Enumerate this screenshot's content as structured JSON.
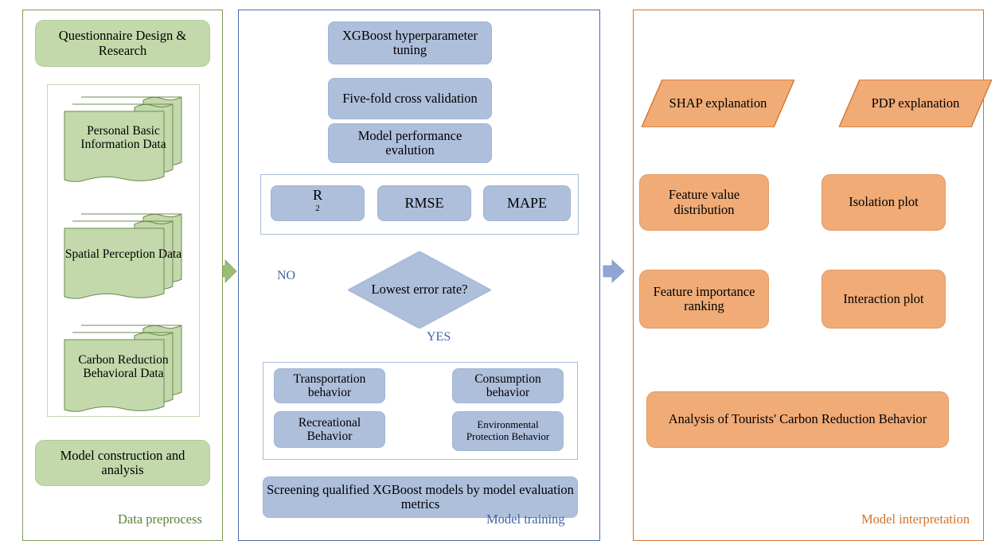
{
  "diagram": {
    "title": "Research framework flowchart",
    "type": "flowchart",
    "colors": {
      "green_fill": "#c3d9ab",
      "green_border": "#7d9a55",
      "blue_fill": "#aebfdb",
      "blue_border": "#4a6bab",
      "orange_fill": "#f0ab77",
      "orange_border": "#d2722a"
    }
  },
  "panels": {
    "preprocess": {
      "label": "Data preprocess",
      "nodes": {
        "questionnaire": "Questionnaire Design & Research",
        "personal_data": "Personal Basic Information Data",
        "spatial_data": "Spatial Perception Data",
        "carbon_data": "Carbon Reduction Behavioral Data",
        "model_construction": "Model construction and analysis"
      }
    },
    "training": {
      "label": "Model training",
      "nodes": {
        "tuning": "XGBoost hyperparameter tuning",
        "cross_validation": "Five-fold cross validation",
        "evaluation": "Model performance evalution",
        "metric_r2": "R",
        "metric_r2_sup": "2",
        "metric_rmse": "RMSE",
        "metric_mape": "MAPE",
        "decision": "Lowest error rate?",
        "transportation": "Transportation behavior",
        "recreational": "Recreational Behavior",
        "consumption": "Consumption behavior",
        "environmental": "Environmental Protection Behavior",
        "screening": "Screening qualified XGBoost models by model evaluation metrics"
      },
      "edge_labels": {
        "no": "NO",
        "yes": "YES"
      }
    },
    "interpretation": {
      "label": "Model interpretation",
      "nodes": {
        "shap": "SHAP explanation",
        "pdp": "PDP explanation",
        "feature_value_distribution": "Feature value distribution",
        "feature_importance_ranking": "Feature importance ranking",
        "isolation_plot": "Isolation plot",
        "interaction_plot": "Interaction plot",
        "analysis": "Analysis of Tourists' Carbon Reduction Behavior"
      }
    }
  }
}
